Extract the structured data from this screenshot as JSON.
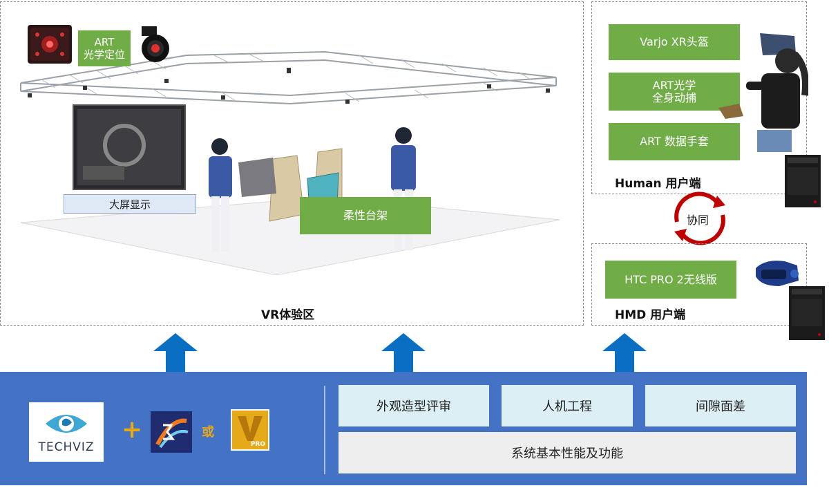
{
  "vr_zone": {
    "title": "VR体验区",
    "art_tracking_label": "ART\n光学定位",
    "big_screen_label": "大屏显示",
    "flex_rig_label": "柔性台架"
  },
  "human_client": {
    "title": "Human 用户端",
    "items": [
      "Varjo XR头盔",
      "ART光学\n全身动捕",
      "ART 数据手套"
    ]
  },
  "sync": {
    "label": "协同"
  },
  "hmd_client": {
    "title": "HMD 用户端",
    "item": "HTC PRO 2无线版"
  },
  "software": {
    "techviz_label": "TECHVIZ",
    "plus_symbol": "+",
    "or_label": "或",
    "vred_badge": "PRO"
  },
  "features": {
    "top": [
      "外观造型评审",
      "人机工程",
      "间隙面差"
    ],
    "bottom": "系统基本性能及功能"
  },
  "colors": {
    "green": "#70ad47",
    "blue_bar": "#4472c4",
    "arrow": "#0a6fc2",
    "sync_red": "#c00000",
    "feature_cyan": "#dbeff4"
  }
}
